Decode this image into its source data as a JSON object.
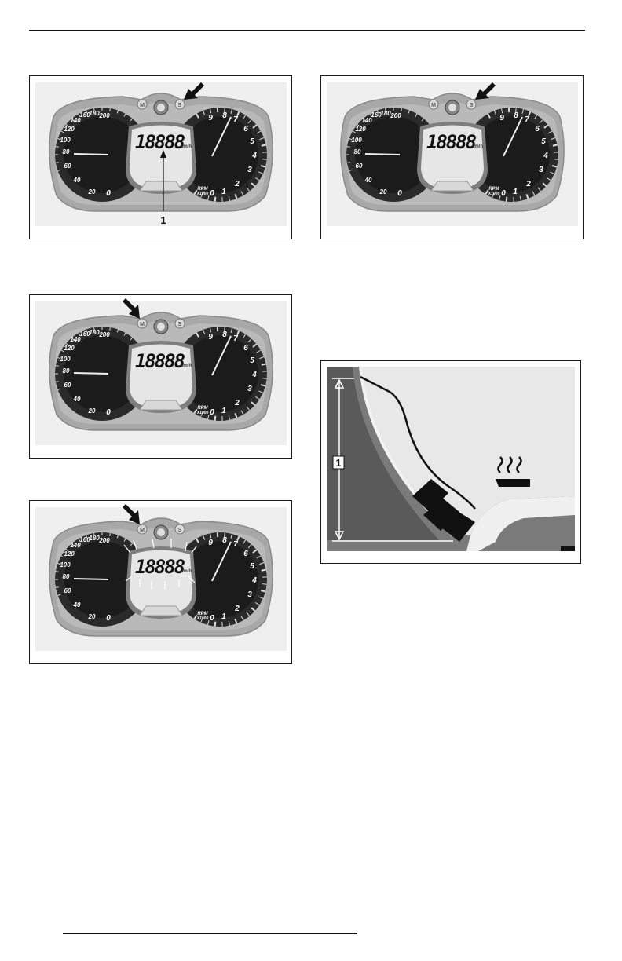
{
  "gauge": {
    "button_mode": "M",
    "button_set": "S",
    "lcd_digits": "18888",
    "lcd_units": "km/h",
    "speed_ticks": [
      "0",
      "20",
      "40",
      "60",
      "80",
      "100",
      "120",
      "140",
      "160",
      "180",
      "200"
    ],
    "rpm_ticks": [
      "0",
      "1",
      "2",
      "3",
      "4",
      "5",
      "6",
      "7",
      "8",
      "9"
    ],
    "rpm_label": "RPM",
    "rpm_multiplier": "X1000"
  },
  "figures": [
    {
      "id": "fig-1",
      "callout": "1",
      "arrow_target": "S"
    },
    {
      "id": "fig-2",
      "callout": "",
      "arrow_target": "S"
    },
    {
      "id": "fig-3",
      "callout": "",
      "arrow_target": "M"
    },
    {
      "id": "fig-4",
      "callout": "",
      "arrow_target": "M",
      "flashing": true
    }
  ],
  "detail": {
    "callout": "1"
  },
  "colors": {
    "bezel": "#a9a9a9",
    "dial_face": "#2a2a2a",
    "lcd": "#e6e6e6",
    "frame": "#1a1a1a"
  }
}
